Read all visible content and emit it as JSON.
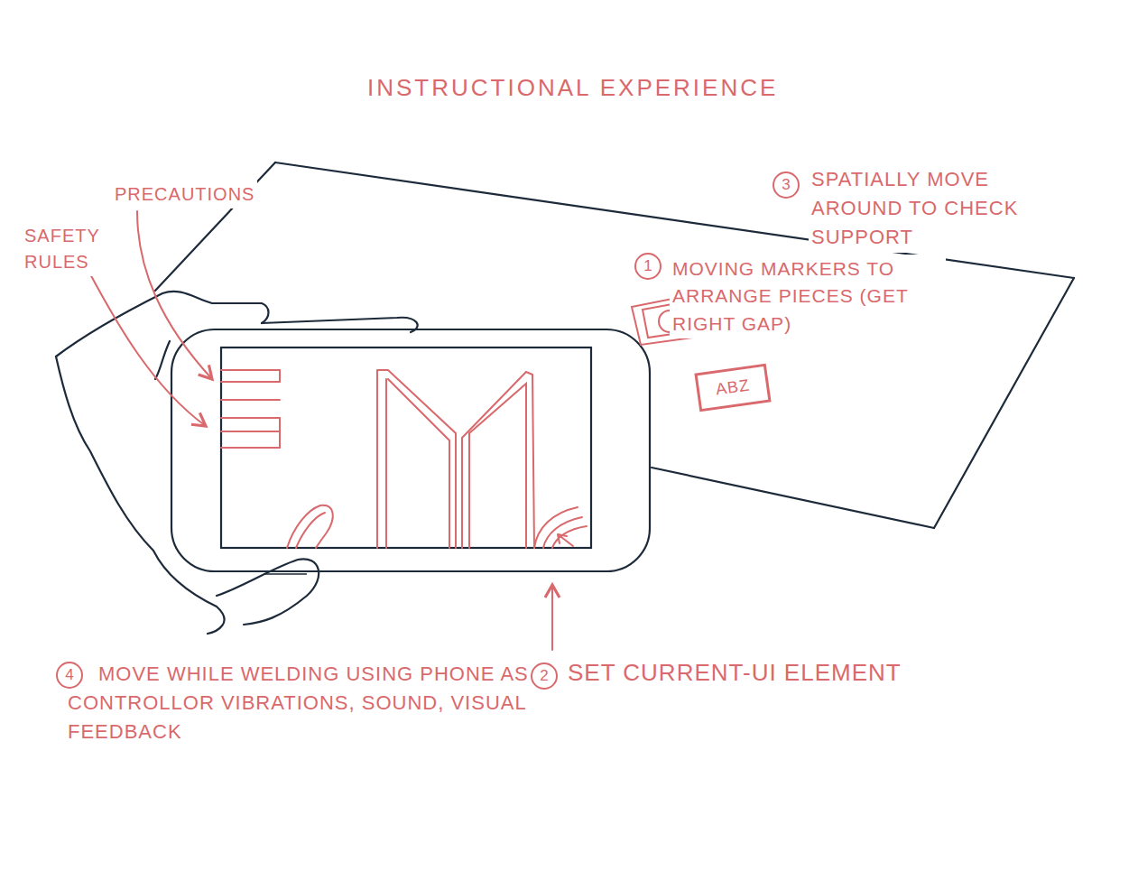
{
  "diagram": {
    "title": "INSTRUCTIONAL EXPERIENCE",
    "nodes": [
      {
        "text": [
          "ABZ"
        ]
      }
    ],
    "labels": [
      "PRECAUTIONS",
      "SAFETY RULES",
      "3",
      "SPATIALLY MOVE AROUND TO CHECK SUPPORT",
      "1",
      "MOVING MARKERS TO ARRANGE PIECES (GET RIGHT GAP)",
      "2",
      "SET CURRENT-UI ELEMENT",
      "4",
      "MOVE WHILE WELDING USING PHONE AS CONTROLLOR VIBRATIONS, SOUND, VISUAL FEEDBACK"
    ]
  }
}
